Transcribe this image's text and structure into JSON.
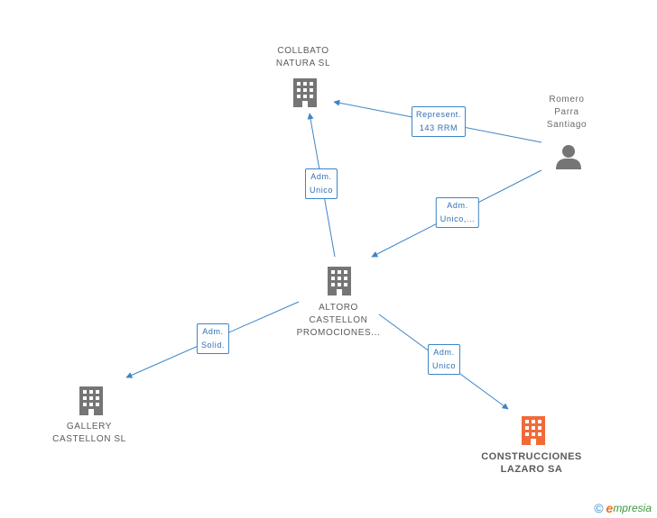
{
  "colors": {
    "edge": "#3d85c6",
    "building": "#757575",
    "highlight": "#f26a37",
    "person": "#757575"
  },
  "nodes": {
    "collbato": {
      "lines": [
        "COLLBATO",
        "NATURA SL"
      ],
      "icon": "building-icon",
      "highlight": false
    },
    "romero": {
      "lines": [
        "Romero",
        "Parra",
        "Santiago"
      ],
      "icon": "person-icon",
      "highlight": false
    },
    "altoro": {
      "lines": [
        "ALTORO",
        "CASTELLON",
        "PROMOCIONES..."
      ],
      "icon": "building-icon",
      "highlight": false
    },
    "gallery": {
      "lines": [
        "GALLERY",
        "CASTELLON SL"
      ],
      "icon": "building-icon",
      "highlight": false
    },
    "lazaro": {
      "lines": [
        "CONSTRUCCIONES",
        "LAZARO SA"
      ],
      "icon": "building-icon",
      "highlight": true
    }
  },
  "edges": {
    "romero_collbato": {
      "lines": [
        "Represent.",
        "143 RRM"
      ]
    },
    "altoro_collbato": {
      "lines": [
        "Adm.",
        "Unico"
      ]
    },
    "romero_altoro": {
      "lines": [
        "Adm.",
        "Unico,..."
      ]
    },
    "altoro_gallery": {
      "lines": [
        "Adm.",
        "Solid."
      ]
    },
    "altoro_lazaro": {
      "lines": [
        "Adm.",
        "Unico"
      ]
    }
  },
  "brand": {
    "copyright": "©",
    "initial": "e",
    "name": "mpresia"
  }
}
